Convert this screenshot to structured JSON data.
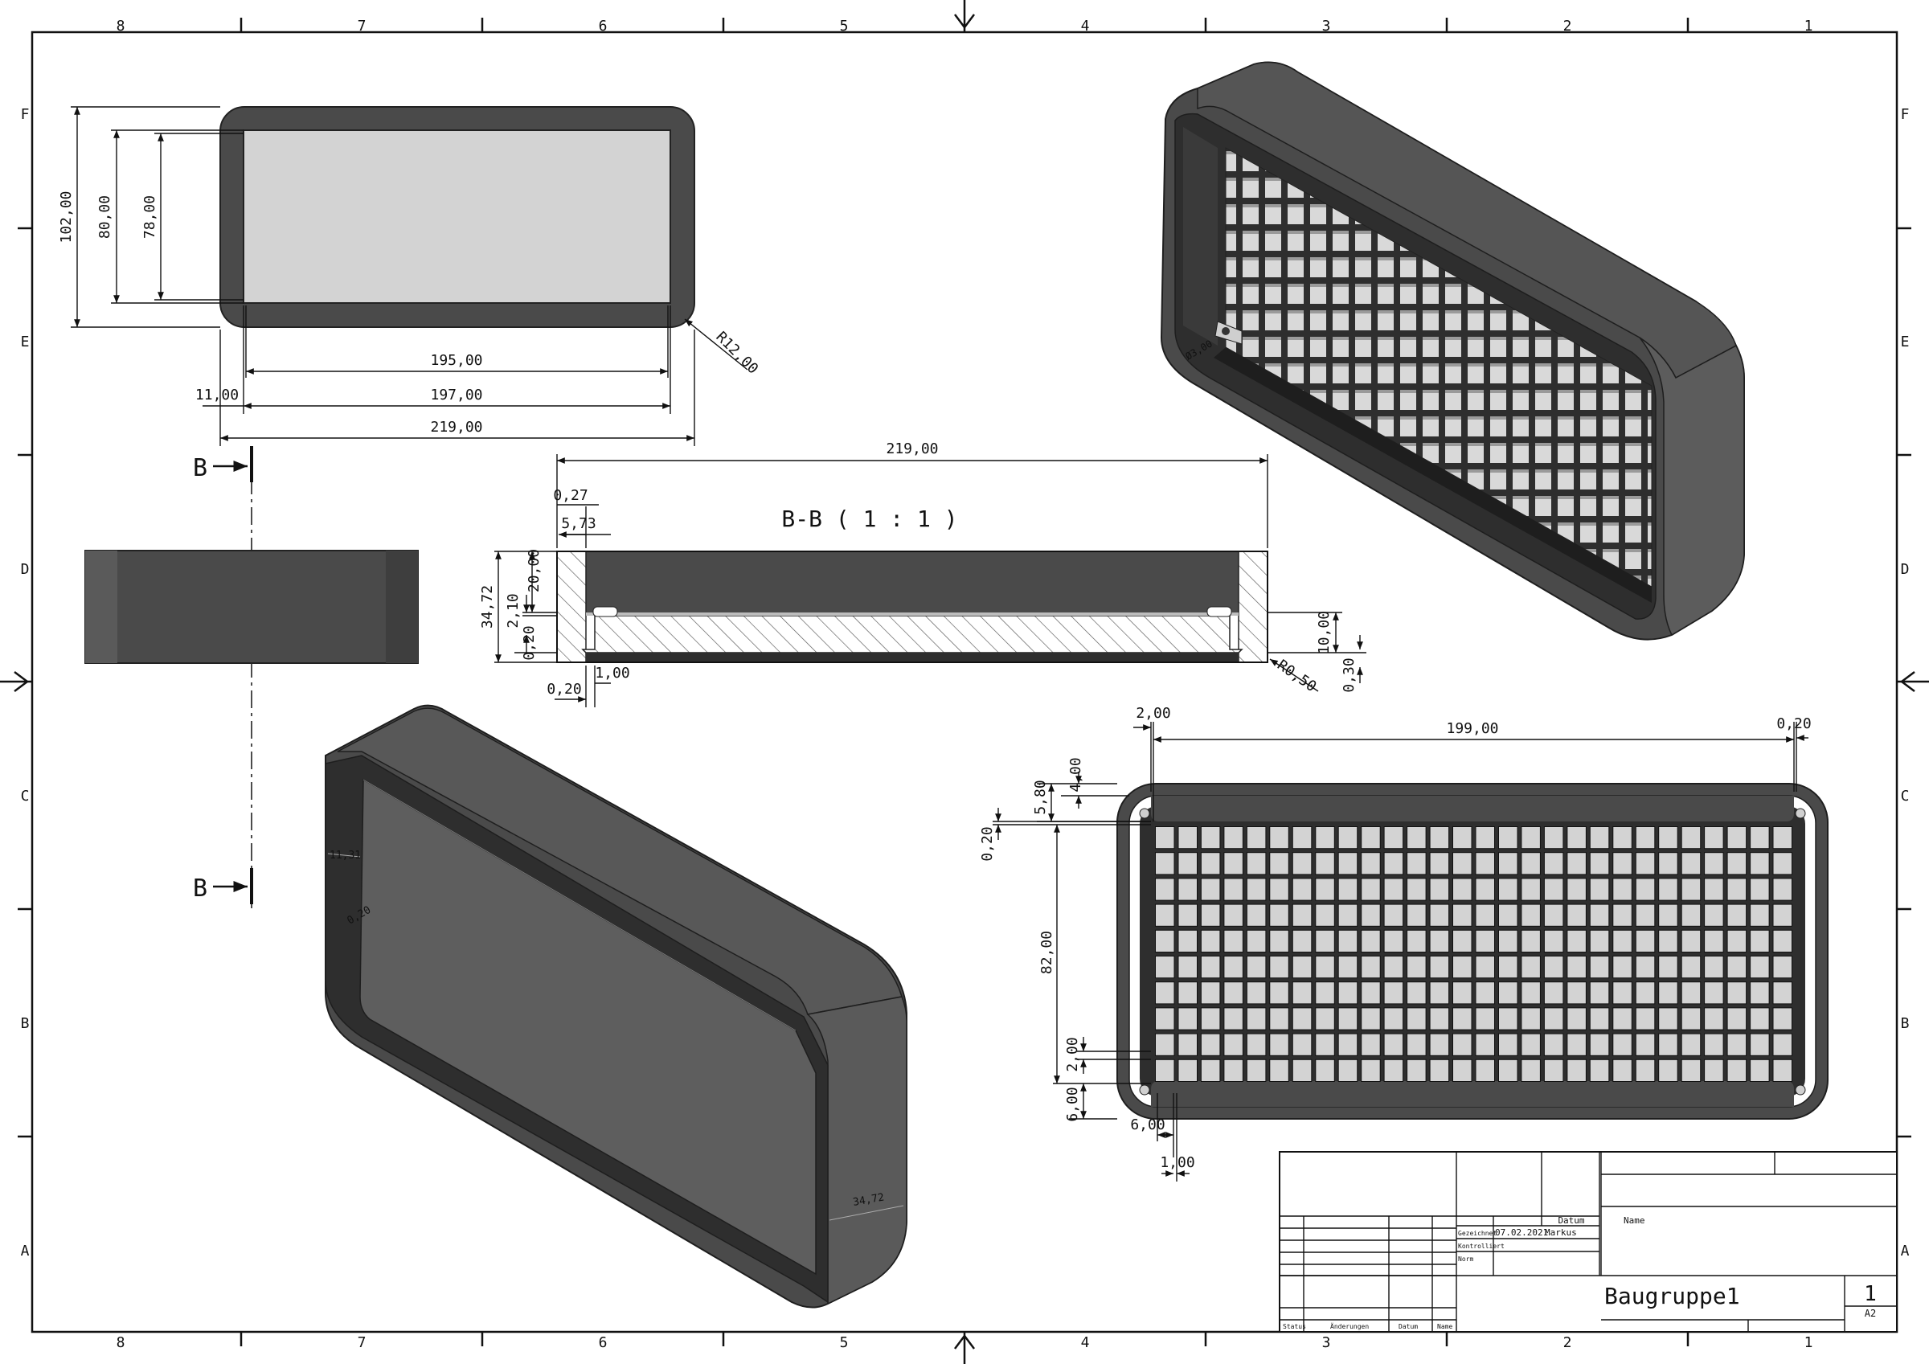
{
  "frame": {
    "columns": [
      "8",
      "7",
      "6",
      "5",
      "4",
      "3",
      "2",
      "1"
    ],
    "rows": [
      "F",
      "E",
      "D",
      "C",
      "B",
      "A"
    ]
  },
  "top_view": {
    "dims": {
      "h102": "102,00",
      "h80": "80,00",
      "h78": "78,00",
      "w195": "195,00",
      "w197": "197,00",
      "w219": "219,00",
      "off11": "11,00",
      "radius": "R12,00"
    }
  },
  "section_marker": {
    "label": "B"
  },
  "section_view": {
    "title": "B-B ( 1 : 1 )",
    "dims": {
      "w219": "219,00",
      "d027": "0,27",
      "d573": "5,73",
      "d3472": "34,72",
      "d2000": "20,00",
      "d210": "2,10",
      "d020v": "0,20",
      "d100": "1,00",
      "d020h": "0,20",
      "d1000": "10,00",
      "d030": "0,30",
      "r050": "R0,50"
    }
  },
  "iso_top": {
    "hole_label": "Ø3,00"
  },
  "iso_bottom": {
    "labels": {
      "a": "11,31",
      "b": "0,20",
      "c": "34,72"
    }
  },
  "grid_view": {
    "dims": {
      "d200top": "2,00",
      "d19900": "199,00",
      "d020top": "0,20",
      "d580": "5,80",
      "d400": "4,00",
      "d020left": "0,20",
      "d8200": "82,00",
      "d200left": "2,00",
      "d600v": "6,00",
      "d600h": "6,00",
      "d100b": "1,00"
    },
    "cols": 28,
    "rows": 10
  },
  "title_block": {
    "col_datum": "Datum",
    "col_name": "Name",
    "gezeichnet": "Gezeichnet",
    "kontrolliert": "Kontrolliert",
    "norm": "Norm",
    "date": "07.02.2021",
    "author": "Markus",
    "title": "Baugruppe1",
    "sheet_number": "1",
    "format": "A2",
    "status": "Status",
    "aenderungen": "Änderungen",
    "datum_small": "Datum",
    "name_small": "Name"
  },
  "colors": {
    "body_dark": "#4a4a4a",
    "body_darker": "#2e2e2e",
    "inner_light": "#d3d3d3",
    "panel_grey": "#5e5e5e"
  }
}
